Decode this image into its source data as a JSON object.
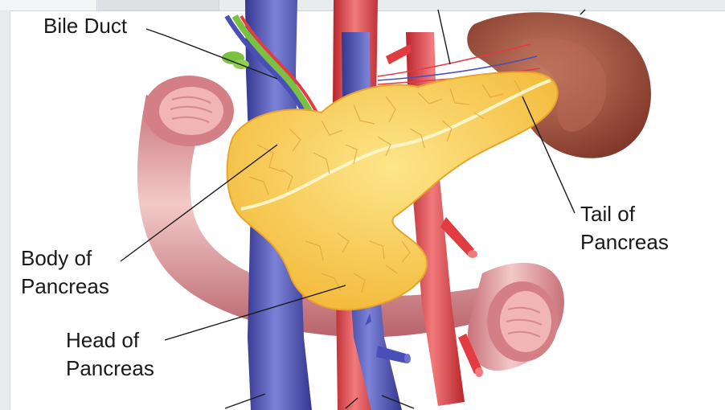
{
  "labels": {
    "bile_duct": "Bile Duct",
    "body_line1": "Body of",
    "body_line2": "Pancreas",
    "head_line1": "Head of",
    "head_line2": "Pancreas",
    "tail_line1": "Tail of",
    "tail_line2": "Pancreas"
  },
  "colors": {
    "pancreas": "#f6c74a",
    "duodenum": "#d98a8f",
    "artery": "#e23b41",
    "vein": "#4a4fb8",
    "spleen": "#9c4a3a",
    "bile_duct": "#7ac142"
  }
}
